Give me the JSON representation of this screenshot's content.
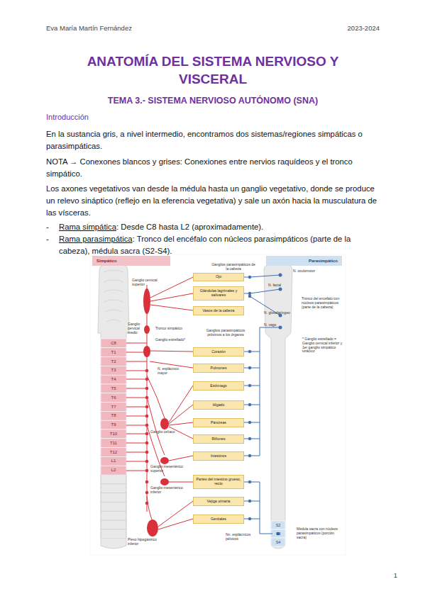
{
  "diagram": {
    "title": "ANATOMÍA DEL SISTEMA NERVIOSO Y VISCERAL",
    "nodes": [
      {
        "text": [
          "Simpático"
        ]
      },
      {
        "text": [
          "Parasimpático"
        ]
      },
      {
        "text": [
          "Ojo"
        ]
      },
      {
        "text": [
          "Glándulas lagrimales y salivares"
        ]
      },
      {
        "text": [
          "Vasos de la cabeza"
        ]
      },
      {
        "text": [
          "Corazón"
        ]
      },
      {
        "text": [
          "Pulmones"
        ]
      },
      {
        "text": [
          "Estómago"
        ]
      },
      {
        "text": [
          "Hígado"
        ]
      },
      {
        "text": [
          "Páncreas"
        ]
      },
      {
        "text": [
          "Riñones"
        ]
      },
      {
        "text": [
          "Intestinos"
        ]
      },
      {
        "text": [
          "Partes del intestino grueso, recto"
        ]
      },
      {
        "text": [
          "Vejiga urinaria"
        ]
      },
      {
        "text": [
          "Genitales"
        ]
      }
    ],
    "labels": [
      "Eva María Martín Fernández",
      "2023-2024",
      "TEMA 3.- SISTEMA NERVIOSO AUTÓNOMO (SNA)",
      "Introducción",
      "En la sustancia gris, a nivel intermedio, encontramos dos sistemas/regiones simpáticas o parasimpáticas.",
      "NOTA → Conexones blancos y grises: Conexiones entre nervios raquídeos y el tronco simpático.",
      "Los axones vegetativos van desde la médula hasta un ganglio vegetativo, donde se produce un relevo sináptico (reflejo en la eferencia vegetativa) y sale un axón hacia la musculatura de las vísceras.",
      "-",
      "Rama simpática",
      ": Desde C8 hasta L2 (aproximadamente).",
      "-",
      "Rama parasimpática",
      ": Tronco del encéfalo con núcleos parasimpáticos (parte de la cabeza), médula sacra (S2-S4).",
      "Ganglios parasimpáticos de la cabeza",
      "N. oculomotor",
      "Ganglio cervical superior",
      "N. facial",
      "Tronco del encéfalo con núcleos parasimpáticos (parte de la cabeza)",
      "N. glosofaríngeo",
      "Ganglio cervical medio",
      "N. vago",
      "Tronco simpático",
      "Ganglio estrellado*",
      "Ganglios parasimpáticos próximos a los órganos",
      "* Ganglio estrellado = Ganglio cervical inferior y 1er ganglio simpático torácico",
      "N. esplácnico mayor",
      "Ganglio celíaco",
      "Ganglio mesentérico superior",
      "Ganglio mesentérico inferior",
      "Plexo hipogástrico inferior",
      "Nn. esplácnicos pélvicos",
      "Médula sacra con núcleos parasimpáticos (porción sacra)",
      "C8",
      "T1",
      "T2",
      "T3",
      "T4",
      "T5",
      "T6",
      "T7",
      "T8",
      "T9",
      "T10",
      "T11",
      "T12",
      "L1",
      "L2",
      "S2",
      "S3",
      "S4",
      "1"
    ]
  }
}
